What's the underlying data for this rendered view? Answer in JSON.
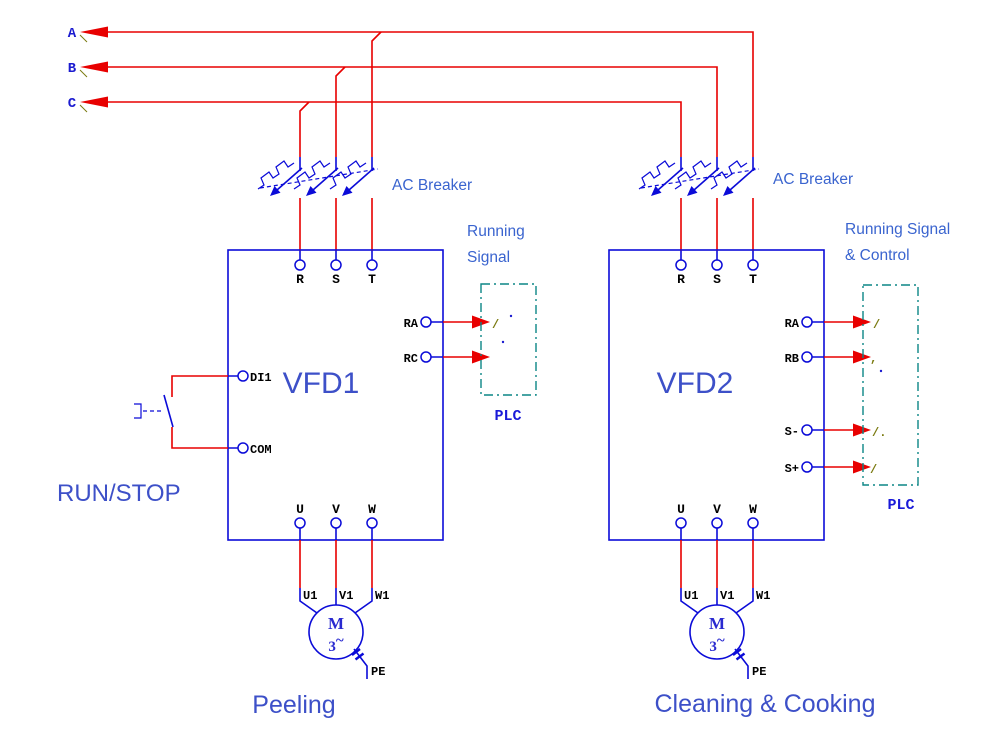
{
  "colors": {
    "wire_red": "#e80000",
    "line_blue": "#0b0bd8",
    "plc_teal": "#0c8585",
    "heading_blue": "#3d50c8",
    "annotation_blue": "#3a64cf",
    "terminal_text": "#000000",
    "plc_text": "#1a1ad8"
  },
  "supply": {
    "phases": [
      {
        "label": "A"
      },
      {
        "label": "B"
      },
      {
        "label": "C"
      }
    ]
  },
  "vfd1": {
    "title": "VFD1",
    "breaker_label": "AC Breaker",
    "inputs": [
      "R",
      "S",
      "T"
    ],
    "outputs": [
      "U",
      "V",
      "W"
    ],
    "control": {
      "di": "DI1",
      "com": "COM",
      "switch_label": "RUN/STOP"
    },
    "relay": [
      "RA",
      "RC"
    ],
    "signal_caption": [
      "Running",
      "Signal"
    ],
    "plc": {
      "label": "PLC",
      "marks": [
        "/"
      ]
    },
    "motor": {
      "m": "M",
      "phase": "3",
      "tilde": "~",
      "leads": [
        "U1",
        "V1",
        "W1"
      ],
      "pe": "PE"
    },
    "caption": "Peeling"
  },
  "vfd2": {
    "title": "VFD2",
    "breaker_label": "AC Breaker",
    "inputs": [
      "R",
      "S",
      "T"
    ],
    "outputs": [
      "U",
      "V",
      "W"
    ],
    "relay": [
      "RA",
      "RB",
      "S-",
      "S+"
    ],
    "signal_caption": [
      "Running Signal",
      "& Control"
    ],
    "plc": {
      "label": "PLC",
      "marks": [
        "/",
        ",",
        "/.",
        "/"
      ]
    },
    "motor": {
      "m": "M",
      "phase": "3",
      "tilde": "~",
      "leads": [
        "U1",
        "V1",
        "W1"
      ],
      "pe": "PE"
    },
    "caption": "Cleaning & Cooking"
  }
}
